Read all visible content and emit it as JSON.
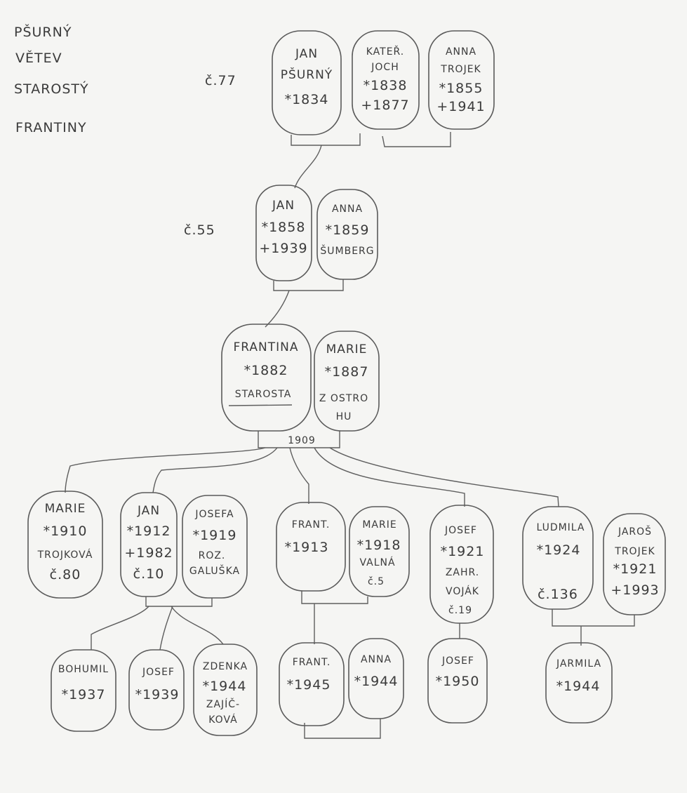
{
  "title": {
    "lines": [
      "PŠURNÝ",
      "VĚTEV",
      "STAROSTÝ",
      "FRANTINY"
    ]
  },
  "house_numbers": {
    "gen1": "č.77",
    "gen2": "č.55"
  },
  "marriage_year": "1909",
  "people": {
    "jan_psurny": {
      "lines": [
        "JAN",
        "PŠURNÝ",
        "*1834"
      ]
    },
    "katerina_joch": {
      "lines": [
        "KATEŘ.",
        "JOCH",
        "*1838",
        "+1877"
      ]
    },
    "anna_trojek_1855": {
      "lines": [
        "ANNA",
        "TROJEK",
        "*1855",
        "+1941"
      ]
    },
    "jan_1858": {
      "lines": [
        "JAN",
        "*1858",
        "+1939"
      ]
    },
    "anna_sumberg": {
      "lines": [
        "ANNA",
        "*1859",
        "ŠUMBERG"
      ]
    },
    "frantina": {
      "lines": [
        "FRANTINA",
        "*1882",
        "STAROSTA"
      ]
    },
    "marie_1887": {
      "lines": [
        "MARIE",
        "*1887",
        "Z OSTRO",
        "HU"
      ]
    },
    "marie_1910": {
      "lines": [
        "MARIE",
        "*1910",
        "TROJKOVÁ",
        "č.80"
      ]
    },
    "jan_1912": {
      "lines": [
        "JAN",
        "*1912",
        "+1982",
        "č.10"
      ]
    },
    "josefa_1919": {
      "lines": [
        "JOSEFA",
        "*1919",
        "ROZ.",
        "GALUŠKA"
      ]
    },
    "frant_1913": {
      "lines": [
        "FRANT.",
        "*1913"
      ]
    },
    "marie_1918": {
      "lines": [
        "MARIE",
        "*1918",
        "VALNÁ",
        "č.5"
      ]
    },
    "josef_1921": {
      "lines": [
        "JOSEF",
        "*1921",
        "ZAHR.",
        "VOJÁK",
        "č.19"
      ]
    },
    "ludmila_1924": {
      "lines": [
        "LUDMILA",
        "*1924",
        "č.136"
      ]
    },
    "jaros_trojek": {
      "lines": [
        "JAROŠ",
        "TROJEK",
        "*1921",
        "+1993"
      ]
    },
    "bohumil_1937": {
      "lines": [
        "BOHUMIL",
        "*1937"
      ]
    },
    "josef_1939": {
      "lines": [
        "JOSEF",
        "*1939"
      ]
    },
    "zdenka_1944": {
      "lines": [
        "ZDENKA",
        "*1944",
        "ZAJÍČ-",
        "KOVÁ"
      ]
    },
    "frant_1945": {
      "lines": [
        "FRANT.",
        "*1945"
      ]
    },
    "anna_1944": {
      "lines": [
        "ANNA",
        "*1944"
      ]
    },
    "josef_1950": {
      "lines": [
        "JOSEF",
        "*1950"
      ]
    },
    "jarmila_1944": {
      "lines": [
        "JARMILA",
        "*1944"
      ]
    }
  }
}
